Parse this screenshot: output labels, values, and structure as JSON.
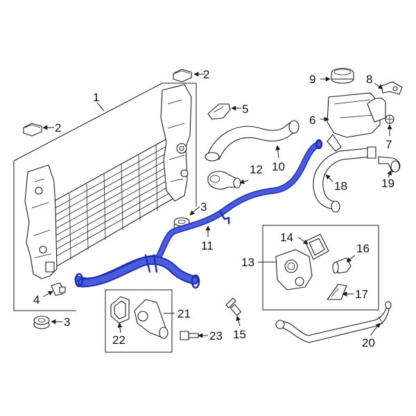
{
  "colors": {
    "highlight": "#1f2fb0",
    "highlight_light": "#4a5be0",
    "line": "#1a1a1a"
  },
  "callouts": {
    "c1": "1",
    "c2a": "2",
    "c2b": "2",
    "c3a": "3",
    "c3b": "3",
    "c4": "4",
    "c5": "5",
    "c6": "6",
    "c7": "7",
    "c8": "8",
    "c9": "9",
    "c10": "10",
    "c11": "11",
    "c12": "12",
    "c13": "13",
    "c14": "14",
    "c15": "15",
    "c16": "16",
    "c17": "17",
    "c18": "18",
    "c19": "19",
    "c20": "20",
    "c21": "21",
    "c22": "22",
    "c23": "23"
  }
}
